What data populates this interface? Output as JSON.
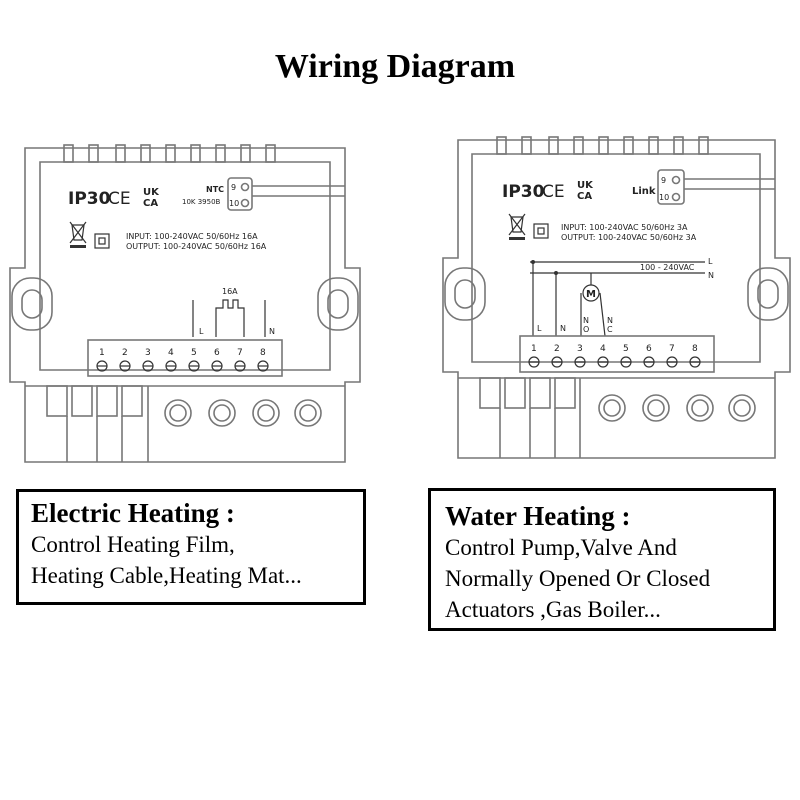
{
  "title": "Wiring Diagram",
  "left_unit": {
    "ip_rating": "IP30",
    "ce_mark": "CE",
    "ukca_mark": [
      "UK",
      "CA"
    ],
    "sensor_label": "NTC",
    "sensor_type": "10K 3950B",
    "sensor_terminals": [
      "9",
      "10"
    ],
    "input_spec": "INPUT: 100-240VAC 50/60Hz 16A",
    "output_spec": "OUTPUT: 100-240VAC 50/60Hz 16A",
    "load_rating": "16A",
    "line_label": "L",
    "neutral_label": "N",
    "terminals": [
      "1",
      "2",
      "3",
      "4",
      "5",
      "6",
      "7",
      "8"
    ]
  },
  "right_unit": {
    "ip_rating": "IP30",
    "ce_mark": "CE",
    "ukca_mark": [
      "UK",
      "CA"
    ],
    "link_label": "Link",
    "link_terminals": [
      "9",
      "10"
    ],
    "input_spec": "INPUT: 100-240VAC 50/60Hz 3A",
    "output_spec": "OUTPUT: 100-240VAC 50/60Hz 3A",
    "supply_label": "100 - 240VAC",
    "bus_labels": [
      "L",
      "N"
    ],
    "terminal_labels": [
      "L",
      "N",
      "N",
      "O",
      "N",
      "C"
    ],
    "terminals": [
      "1",
      "2",
      "3",
      "4",
      "5",
      "6",
      "7",
      "8"
    ]
  },
  "electric_caption": {
    "title": "Electric Heating :",
    "lines": [
      "Control Heating Film,",
      "Heating Cable,Heating Mat..."
    ]
  },
  "water_caption": {
    "title": "Water Heating :",
    "lines": [
      "Control Pump,Valve And",
      "Normally Opened Or Closed",
      "Actuators ,Gas Boiler..."
    ]
  }
}
